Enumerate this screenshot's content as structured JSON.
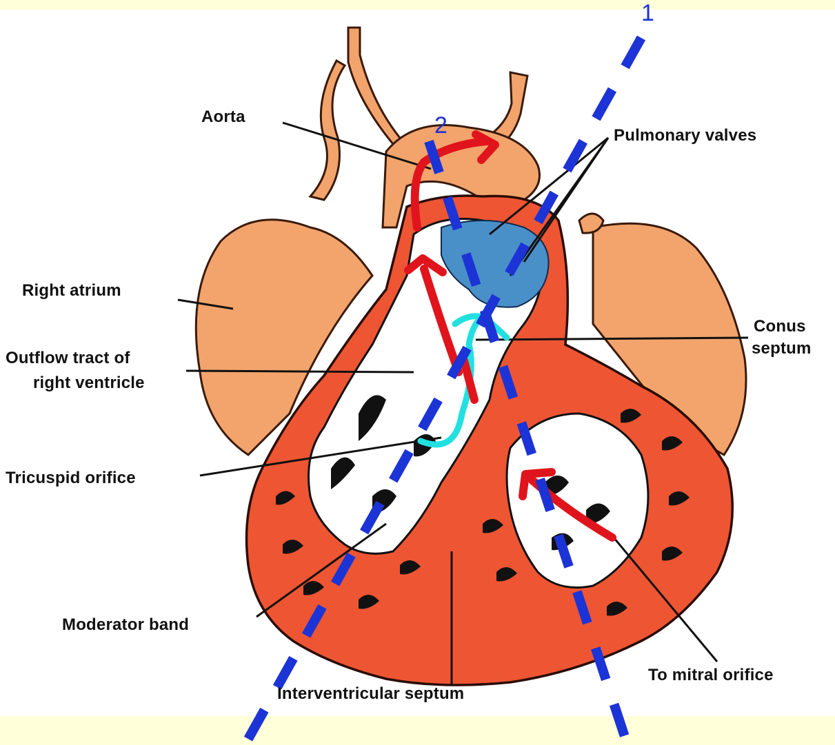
{
  "labels": {
    "aorta": "Aorta",
    "pulmonary_valves": "Pulmonary valves",
    "right_atrium": "Right atrium",
    "conus_septum_line1": "Conus",
    "conus_septum_line2": "septum",
    "outflow_tract_line1": "Outflow tract of",
    "outflow_tract_line2": "right ventricle",
    "tricuspid_orifice": "Tricuspid orifice",
    "moderator_band": "Moderator band",
    "to_mitral_orifice": "To mitral orifice",
    "interventricular_septum": "Interventricular septum"
  },
  "plane_markers": {
    "plane_1": "1",
    "plane_2": "2"
  },
  "colors": {
    "background_border": "#ffffd9",
    "panel": "#ffffff",
    "myocardium": "#ee5533",
    "vessels_atria": "#f2a46c",
    "pulmonary_valves": "#4a90c8",
    "cut_planes": "#1c33d6",
    "flow_arrows": "#e0141c",
    "cyan_path": "#22e0e0"
  }
}
